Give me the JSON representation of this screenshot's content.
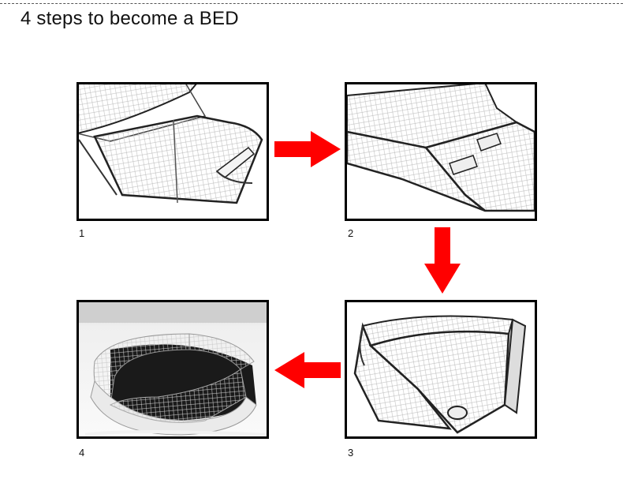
{
  "title": "4  steps to become a BED",
  "steps": [
    {
      "label": "1"
    },
    {
      "label": "2"
    },
    {
      "label": "3"
    },
    {
      "label": "4"
    }
  ],
  "colors": {
    "arrow": "#ff0000",
    "frame": "#000000"
  }
}
